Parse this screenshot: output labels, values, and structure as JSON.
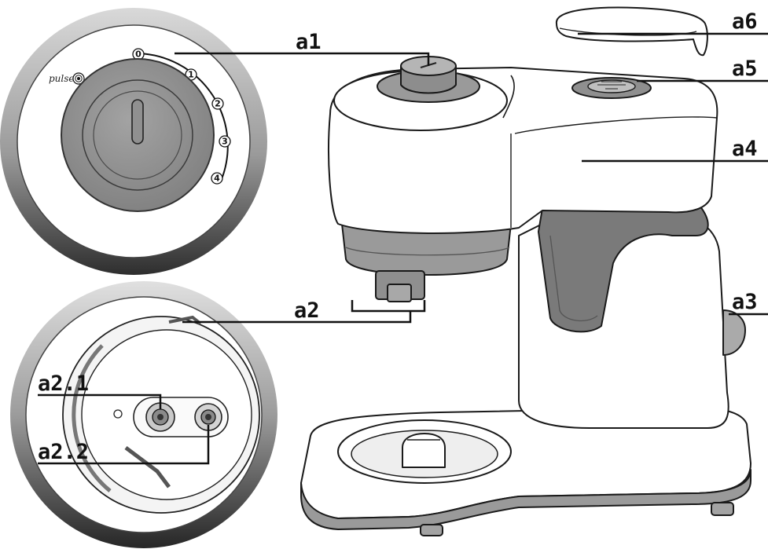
{
  "callouts": {
    "a1": "a1",
    "a2": "a2",
    "a2_1": "a2.1",
    "a2_2": "a2.2",
    "a3": "a3",
    "a4": "a4",
    "a5": "a5",
    "a6": "a6"
  },
  "dial": {
    "pulse_label": "pulse",
    "speeds": [
      "0",
      "1",
      "2",
      "3",
      "4"
    ]
  },
  "colors": {
    "outline": "#1a1a1a",
    "body_white": "#ffffff",
    "mid_gray": "#8c8c8c",
    "light_gray": "#bdbdbd",
    "dark_gray": "#6f6f6f"
  }
}
